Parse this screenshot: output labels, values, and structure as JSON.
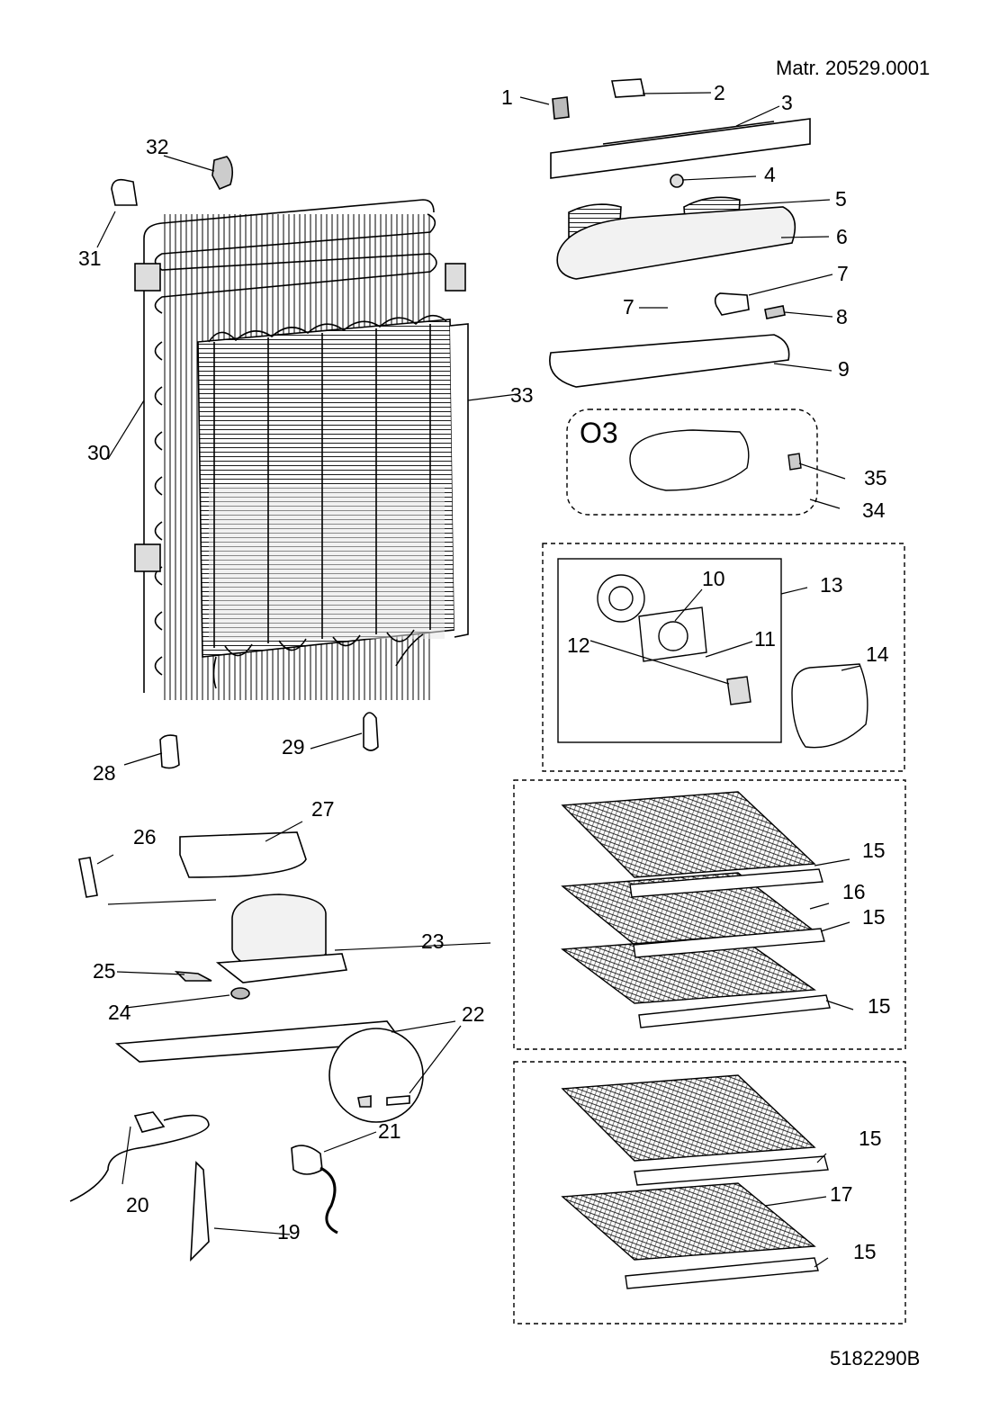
{
  "header": {
    "material_number": "Matr. 20529.0001",
    "drawing_number": "5182290B"
  },
  "group": {
    "code": "O3"
  },
  "callouts": [
    {
      "id": "c1",
      "label": "1"
    },
    {
      "id": "c2",
      "label": "2"
    },
    {
      "id": "c3",
      "label": "3"
    },
    {
      "id": "c4",
      "label": "4"
    },
    {
      "id": "c5",
      "label": "5"
    },
    {
      "id": "c6",
      "label": "6"
    },
    {
      "id": "c7a",
      "label": "7"
    },
    {
      "id": "c7b",
      "label": "7"
    },
    {
      "id": "c8",
      "label": "8"
    },
    {
      "id": "c9",
      "label": "9"
    },
    {
      "id": "c10",
      "label": "10"
    },
    {
      "id": "c11",
      "label": "11"
    },
    {
      "id": "c12",
      "label": "12"
    },
    {
      "id": "c13",
      "label": "13"
    },
    {
      "id": "c14",
      "label": "14"
    },
    {
      "id": "c15a",
      "label": "15"
    },
    {
      "id": "c15b",
      "label": "15"
    },
    {
      "id": "c15c",
      "label": "15"
    },
    {
      "id": "c15d",
      "label": "15"
    },
    {
      "id": "c15e",
      "label": "15"
    },
    {
      "id": "c16",
      "label": "16"
    },
    {
      "id": "c17",
      "label": "17"
    },
    {
      "id": "c19",
      "label": "19"
    },
    {
      "id": "c20",
      "label": "20"
    },
    {
      "id": "c21",
      "label": "21"
    },
    {
      "id": "c22",
      "label": "22"
    },
    {
      "id": "c23",
      "label": "23"
    },
    {
      "id": "c24",
      "label": "24"
    },
    {
      "id": "c25",
      "label": "25"
    },
    {
      "id": "c26",
      "label": "26"
    },
    {
      "id": "c27",
      "label": "27"
    },
    {
      "id": "c28",
      "label": "28"
    },
    {
      "id": "c29",
      "label": "29"
    },
    {
      "id": "c30",
      "label": "30"
    },
    {
      "id": "c31",
      "label": "31"
    },
    {
      "id": "c32",
      "label": "32"
    },
    {
      "id": "c33",
      "label": "33"
    },
    {
      "id": "c34",
      "label": "34"
    },
    {
      "id": "c35",
      "label": "35"
    }
  ],
  "colors": {
    "line": "#000000",
    "background": "#ffffff",
    "shade": "#d9d9d9",
    "dark_shade": "#8a8a8a"
  }
}
